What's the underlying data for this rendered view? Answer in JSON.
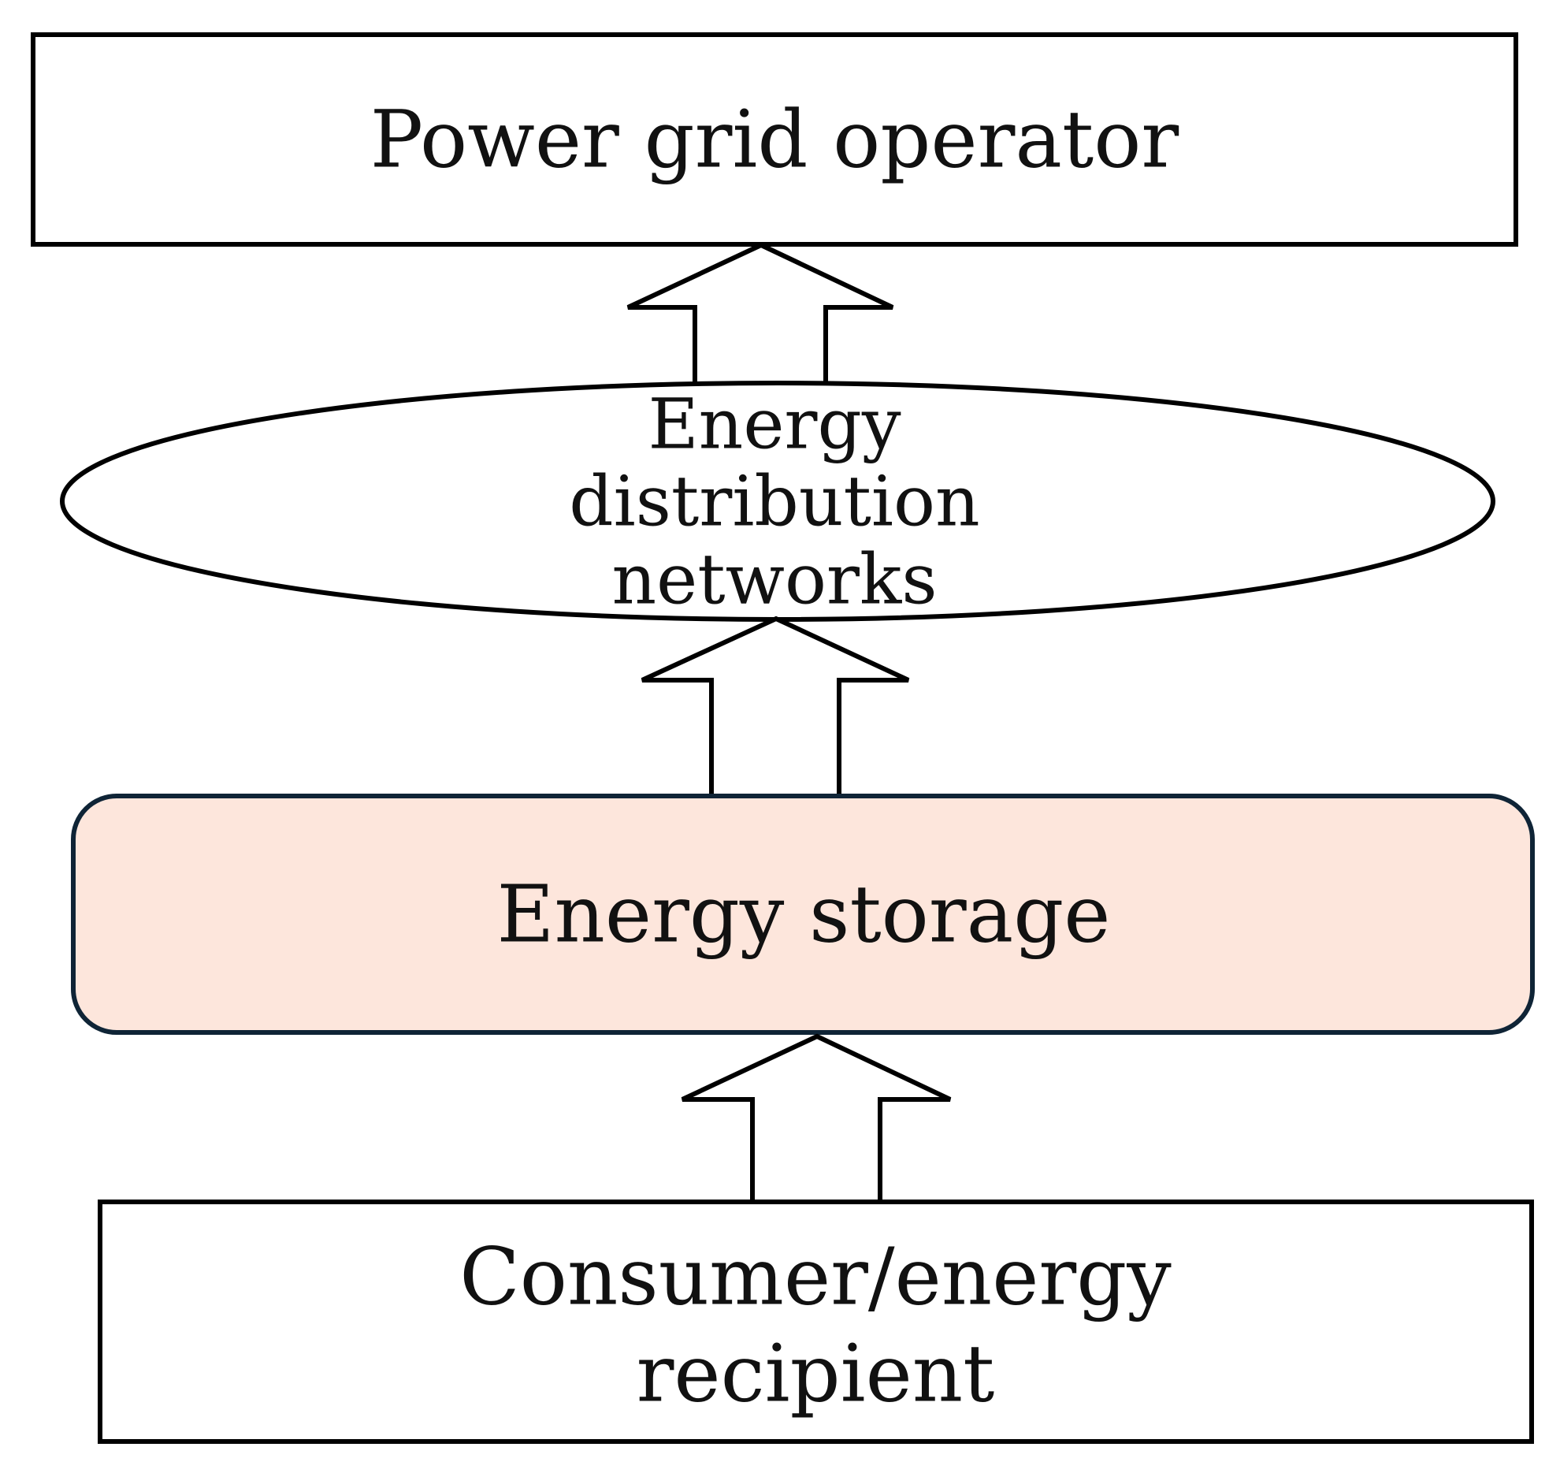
{
  "diagram": {
    "nodes": {
      "grid_operator": {
        "label": "Power grid operator",
        "shape": "rectangle",
        "fill": "#ffffff",
        "stroke": "#000000"
      },
      "distribution": {
        "lines": [
          "Energy",
          "distribution",
          "networks"
        ],
        "shape": "ellipse",
        "fill": "#ffffff",
        "stroke": "#000000"
      },
      "storage": {
        "label": "Energy storage",
        "shape": "rounded-rectangle",
        "fill": "#fde6dc",
        "stroke": "#0f2436"
      },
      "consumer": {
        "lines": [
          "Consumer/energy",
          "recipient"
        ],
        "shape": "rectangle",
        "fill": "#ffffff",
        "stroke": "#000000"
      }
    },
    "edges": [
      {
        "from": "distribution",
        "to": "grid_operator",
        "style": "hollow-block-arrow"
      },
      {
        "from": "storage",
        "to": "distribution",
        "style": "hollow-block-arrow"
      },
      {
        "from": "consumer",
        "to": "storage",
        "style": "hollow-block-arrow"
      }
    ]
  }
}
